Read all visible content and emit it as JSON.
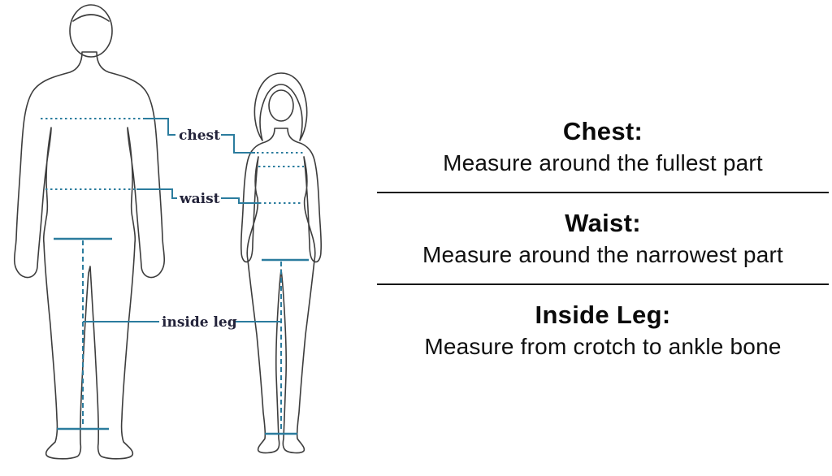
{
  "diagram": {
    "labels": {
      "chest": "chest",
      "waist": "waist",
      "inside_leg": "inside leg"
    },
    "line_color": "#2b7c9e",
    "outline_color": "#3d3d3d"
  },
  "instructions": [
    {
      "title": "Chest:",
      "text": "Measure around the fullest part"
    },
    {
      "title": "Waist:",
      "text": "Measure around the narrowest part"
    },
    {
      "title": "Inside Leg:",
      "text": "Measure from crotch to ankle bone"
    }
  ]
}
